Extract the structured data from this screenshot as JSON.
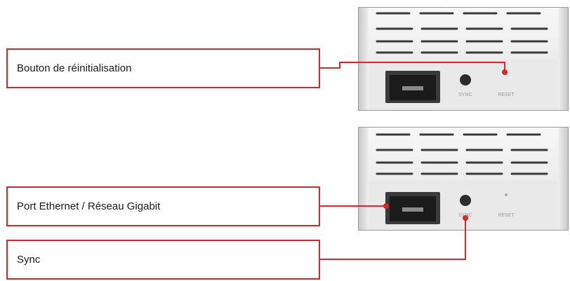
{
  "callouts": {
    "reset": "Bouton de réinitialisation",
    "ethernet": "Port Ethernet / Réseau Gigabit",
    "sync": "Sync"
  },
  "device_labels": {
    "sync": "SYNC",
    "reset": "RESET"
  },
  "colors": {
    "accent": "#d7262d",
    "border": "#9a9a9a"
  }
}
